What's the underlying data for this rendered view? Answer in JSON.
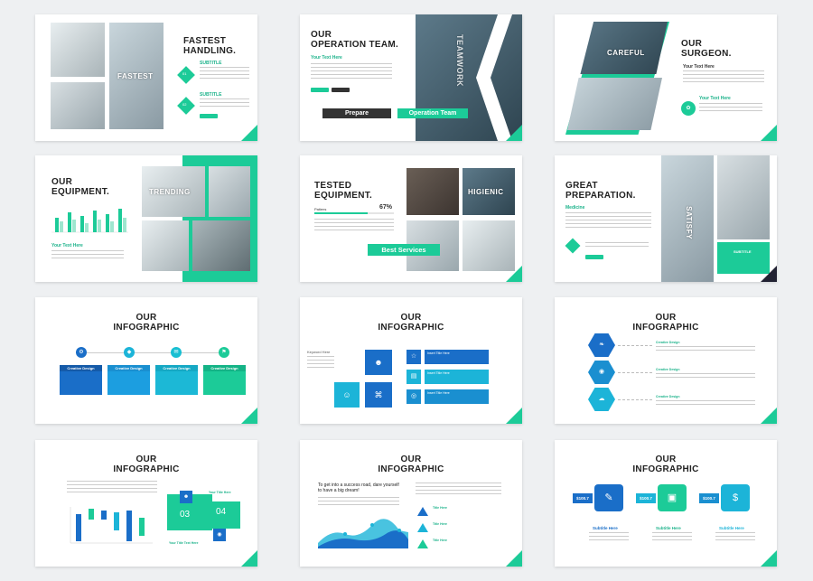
{
  "s1": {
    "title_line1": "FASTEST",
    "title_line2": "HANDLING.",
    "overlay": "FASTEST",
    "subtitle1": "SUBTITLE",
    "subtitle2": "SUBTITLE",
    "num1": "01",
    "num2": "02"
  },
  "s2": {
    "title_line1": "OUR",
    "title_line2": "OPERATION TEAM.",
    "subtitle": "Your Text Here",
    "overlay": "TEAMWORK",
    "btn_dark": "Prepare",
    "btn_green": "Operation Team"
  },
  "s3": {
    "title_line1": "OUR",
    "title_line2": "SURGEON.",
    "overlay": "CAREFUL",
    "subtitle1": "Your Text Here",
    "subtitle2": "Your Text Here"
  },
  "s4": {
    "title_line1": "OUR",
    "title_line2": "EQUIPMENT.",
    "overlay": "TRENDING",
    "subtitle": "Your Text Here"
  },
  "s5": {
    "title_line1": "TESTED",
    "title_line2": "EQUIPMENT.",
    "percent": "67%",
    "bar_label": "Patiens",
    "overlay": "HIGIENIC",
    "button": "Best Services"
  },
  "s6": {
    "title_line1": "GREAT",
    "title_line2": "PREPARATION.",
    "subtitle": "Medicine",
    "overlay": "SATISFY",
    "box_subtitle": "SUBTITLE"
  },
  "s7": {
    "title_line1": "OUR",
    "title_line2": "INFOGRAPHIC",
    "labels": [
      "Creative Design",
      "Creative Design",
      "Creative Design",
      "Creative Design"
    ]
  },
  "s8": {
    "title_line1": "OUR",
    "title_line2": "INFOGRAPHIC",
    "keyword": "Keyword Here",
    "rows": [
      "Insert Title Here",
      "Insert Title Here",
      "Insert Title Here"
    ]
  },
  "s9": {
    "title_line1": "OUR",
    "title_line2": "INFOGRAPHIC",
    "items": [
      "Creative Design",
      "Creative Design",
      "Creative Design"
    ]
  },
  "s10": {
    "title_line1": "OUR",
    "title_line2": "INFOGRAPHIC",
    "box1": "03",
    "box2": "04",
    "sub1": "Your Title Here",
    "sub2": "Your Title Text Here"
  },
  "s11": {
    "title_line1": "OUR",
    "title_line2": "INFOGRAPHIC",
    "lead": "To get into a success road, dare yourself to have a big dream!",
    "items": [
      "Title Here",
      "Title Here",
      "Title Here"
    ]
  },
  "s12": {
    "title_line1": "OUR",
    "title_line2": "INFOGRAPHIC",
    "prices": [
      "$100.7",
      "$100.7",
      "$100.7"
    ],
    "subtitles": [
      "Subtitle Here",
      "Subtitle Here",
      "Subtitle Here"
    ]
  },
  "colors": {
    "teal": "#1ccb98",
    "blue": "#1a6ec8",
    "cyan": "#1cb4d8"
  }
}
